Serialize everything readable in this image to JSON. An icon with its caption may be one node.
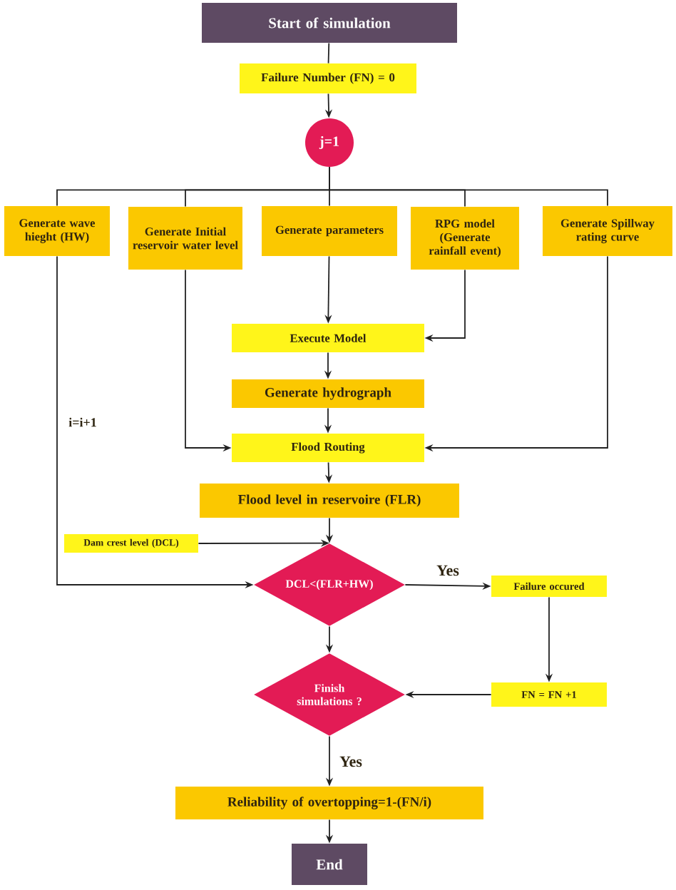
{
  "diagram": {
    "nodes": [
      {
        "text": [
          "Start of simulation"
        ]
      },
      {
        "text": [
          "Failure Number (FN) = 0"
        ]
      },
      {
        "text": [
          "j=1"
        ]
      },
      {
        "text": [
          "Generate wave hieght (HW)"
        ]
      },
      {
        "text": [
          "Generate Initial reservoir water level"
        ]
      },
      {
        "text": [
          "Generate parameters"
        ]
      },
      {
        "text": [
          "RPG model (Generate rainfall event)"
        ]
      },
      {
        "text": [
          "Generate Spillway rating curve"
        ]
      },
      {
        "text": [
          "Execute Model"
        ]
      },
      {
        "text": [
          "Generate hydrograph"
        ]
      },
      {
        "text": [
          "Flood Routing"
        ]
      },
      {
        "text": [
          "Flood level in reservoire (FLR)"
        ]
      },
      {
        "text": [
          "Dam crest level (DCL)"
        ]
      },
      {
        "text": [
          "DCL<(FLR+HW)"
        ]
      },
      {
        "text": [
          "Failure occured"
        ]
      },
      {
        "text": [
          "Finish simulations ?"
        ]
      },
      {
        "text": [
          "FN = FN +1"
        ]
      },
      {
        "text": [
          "Reliability of overtopping=1-(FN/i)"
        ]
      },
      {
        "text": [
          "End"
        ]
      }
    ],
    "edges": [
      {
        "from": 0,
        "to": 1,
        "arrow": "none"
      },
      {
        "from": 1,
        "to": 2,
        "arrow": "to"
      },
      {
        "from": 2,
        "to": 3,
        "arrow": "none"
      },
      {
        "from": 2,
        "to": 4,
        "arrow": "none"
      },
      {
        "from": 2,
        "to": 5,
        "arrow": "none"
      },
      {
        "from": 2,
        "to": 6,
        "arrow": "none"
      },
      {
        "from": 2,
        "to": 7,
        "arrow": "none"
      },
      {
        "from": 5,
        "to": 8,
        "arrow": "to"
      },
      {
        "from": 6,
        "to": 8,
        "arrow": "to"
      },
      {
        "from": 8,
        "to": 9,
        "arrow": "to"
      },
      {
        "from": 9,
        "to": 10,
        "arrow": "to"
      },
      {
        "from": 4,
        "to": 10,
        "arrow": "to"
      },
      {
        "from": 7,
        "to": 10,
        "arrow": "to"
      },
      {
        "from": 10,
        "to": 11,
        "arrow": "to"
      },
      {
        "from": 11,
        "to": 13,
        "arrow": "to"
      },
      {
        "from": 12,
        "to": 13,
        "arrow": "to"
      },
      {
        "from": 3,
        "to": 13,
        "arrow": "to",
        "label": "i=i+1"
      },
      {
        "from": 13,
        "to": 14,
        "arrow": "to",
        "label": "Yes"
      },
      {
        "from": 13,
        "to": 15,
        "arrow": "to"
      },
      {
        "from": 14,
        "to": 16,
        "arrow": "to"
      },
      {
        "from": 16,
        "to": 15,
        "arrow": "to"
      },
      {
        "from": 15,
        "to": 17,
        "arrow": "to",
        "label": "Yes"
      },
      {
        "from": 17,
        "to": 18,
        "arrow": "to"
      }
    ]
  }
}
